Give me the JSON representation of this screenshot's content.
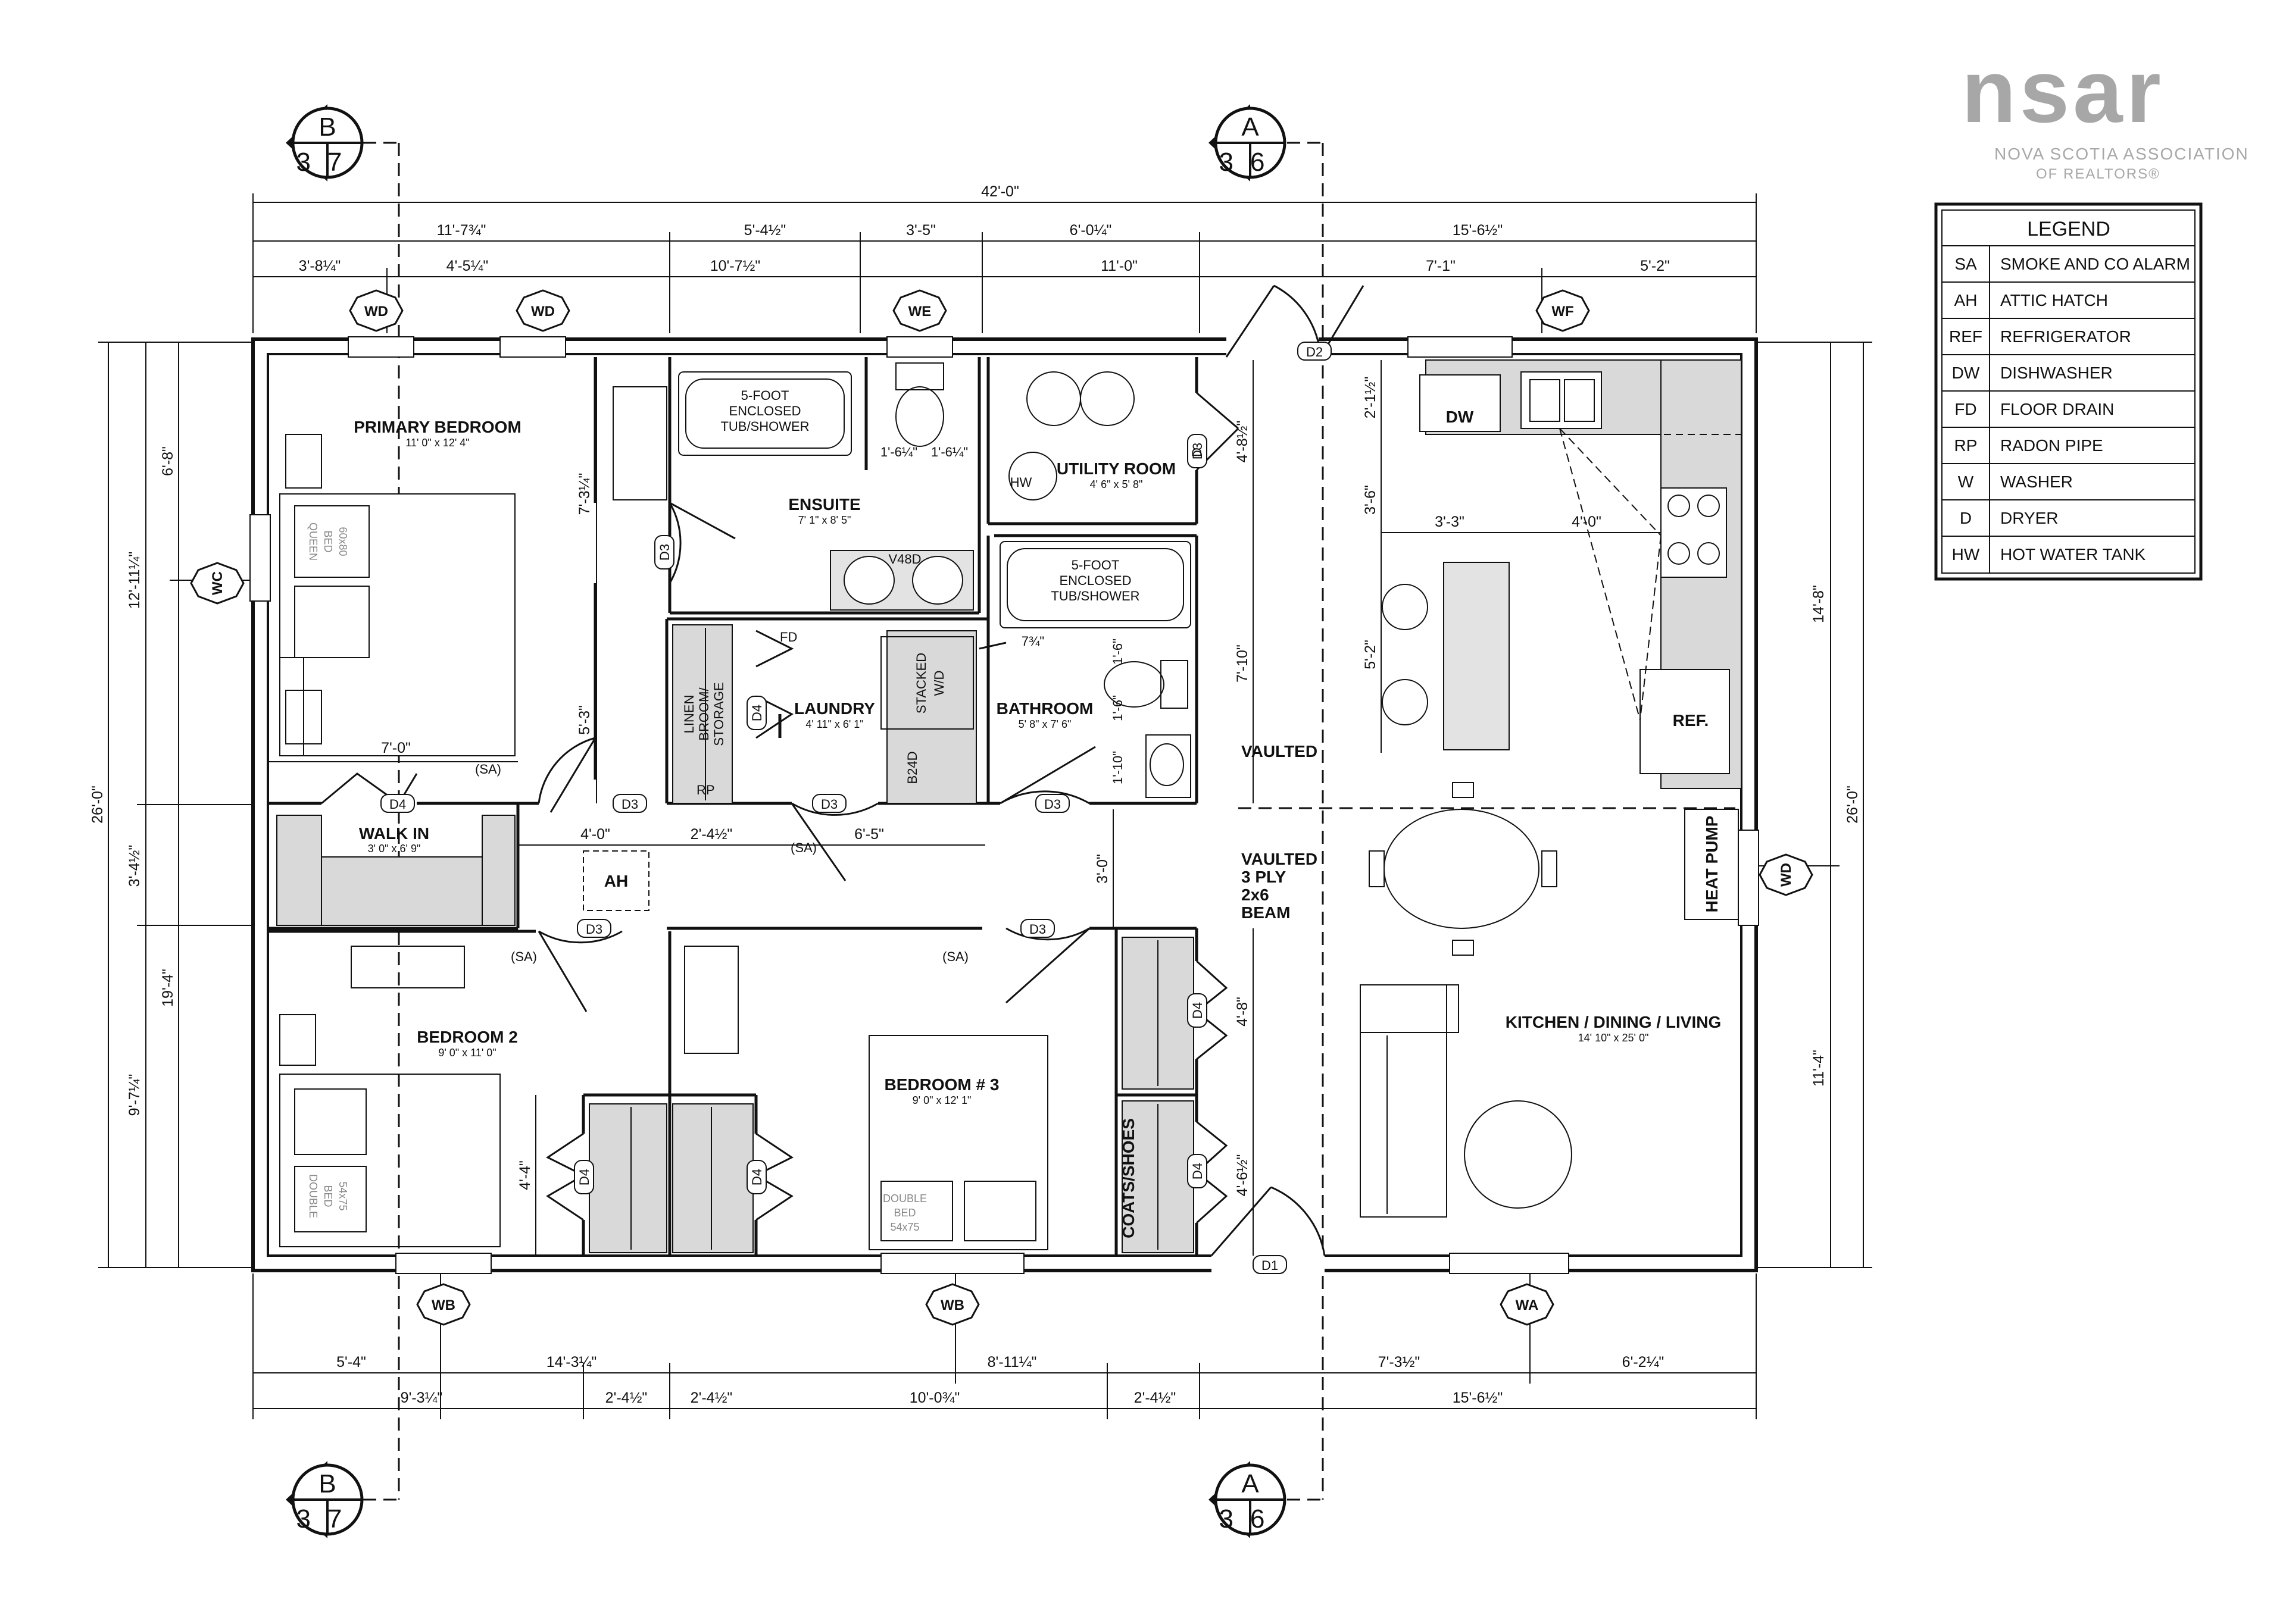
{
  "logo": {
    "mark": "nsar",
    "line1": "NOVA SCOTIA ASSOCIATION",
    "line2": "OF REALTORS®"
  },
  "legend": {
    "title": "LEGEND",
    "items": [
      {
        "code": "SA",
        "label": "SMOKE AND CO ALARM"
      },
      {
        "code": "AH",
        "label": "ATTIC HATCH"
      },
      {
        "code": "REF",
        "label": "REFRIGERATOR"
      },
      {
        "code": "DW",
        "label": "DISHWASHER"
      },
      {
        "code": "FD",
        "label": "FLOOR DRAIN"
      },
      {
        "code": "RP",
        "label": "RADON PIPE"
      },
      {
        "code": "W",
        "label": "WASHER"
      },
      {
        "code": "D",
        "label": "DRYER"
      },
      {
        "code": "HW",
        "label": "HOT WATER TANK"
      }
    ]
  },
  "section_markers": {
    "b_letter": "B",
    "b_number": "37",
    "a_letter": "A",
    "a_number": "36"
  },
  "dimensions": {
    "overall_width": "42'-0\"",
    "top_row1": [
      "11'-7¾\"",
      "5'-4½\"",
      "3'-5\"",
      "6'-0¼\"",
      "15'-6½\""
    ],
    "top_row2": [
      "3'-8¼\"",
      "4'-5¼\"",
      "10'-7½\"",
      "11'-0\"",
      "7'-1\"",
      "5'-2\""
    ],
    "bottom_row1": [
      "5'-4\"",
      "14'-3¼\"",
      "8'-11¼\"",
      "7'-3½\"",
      "6'-2¼\""
    ],
    "bottom_row2": [
      "9'-3¼\"",
      "2'-4½\"",
      "2'-4½\"",
      "10'-0¾\"",
      "2'-4½\"",
      "15'-6½\""
    ],
    "left_overall": "26'-0\"",
    "left_mid": [
      "12'-11¼\"",
      "3'-4½\"",
      "9'-7¼\""
    ],
    "left_inner": [
      "6'-8\"",
      "19'-4\""
    ],
    "right_overall": "26'-0\"",
    "right_inner": [
      "14'-8\"",
      "11'-4\""
    ],
    "interior": {
      "d1": "7'-3¼\"",
      "d2": "5'-3\"",
      "d3": "7'-0\"",
      "d4": "4'-0\"",
      "d5": "2'-4½\"",
      "d6": "6'-5\"",
      "d7": "3'-0\"",
      "d8": "4'-4\"",
      "d9": "1'-6¼\"",
      "d10": "1'-6¼\"",
      "d11": "4'-8½\"",
      "d12": "7'-10\"",
      "d13": "7¾\"",
      "d14": "1'-6\"",
      "d15": "1'-6\"",
      "d16": "1'-10\"",
      "d17": "4'-8\"",
      "d18": "4'-6½\"",
      "d19": "2'-1½\"",
      "d20": "3'-6\"",
      "d21": "3'-3\"",
      "d22": "4'-0\"",
      "d23": "5'-2\""
    }
  },
  "window_tags": {
    "wd": "WD",
    "we": "WE",
    "wf": "WF",
    "wc": "WC",
    "wb": "WB",
    "wa": "WA"
  },
  "door_tags": {
    "d1": "D1",
    "d2": "D2",
    "d3": "D3",
    "d4": "D4"
  },
  "rooms": {
    "primary": {
      "name": "PRIMARY BEDROOM",
      "size": "11' 0\" x 12' 4\""
    },
    "ensuite": {
      "name": "ENSUITE",
      "size": "7' 1\" x 8' 5\""
    },
    "utility": {
      "name": "UTILITY ROOM",
      "size": "4' 6\" x 5' 8\""
    },
    "laundry": {
      "name": "LAUNDRY",
      "size": "4' 11\" x 6' 1\""
    },
    "bathroom": {
      "name": "BATHROOM",
      "size": "5' 8\" x 7' 6\""
    },
    "walkin": {
      "name": "WALK IN",
      "size": "3' 0\" x 6' 9\""
    },
    "bedroom2": {
      "name": "BEDROOM 2",
      "size": "9' 0\" x 11' 0\""
    },
    "bedroom3": {
      "name": "BEDROOM # 3",
      "size": "9' 0\" x 12' 1\""
    },
    "kitchen": {
      "name": "KITCHEN / DINING / LIVING",
      "size": "14' 10\" x 25' 0\""
    }
  },
  "labels": {
    "tub1_l1": "5-FOOT",
    "tub1_l2": "ENCLOSED",
    "tub1_l3": "TUB/SHOWER",
    "tub2_l1": "5-FOOT",
    "tub2_l2": "ENCLOSED",
    "tub2_l3": "TUB/SHOWER",
    "v48d": "V48D",
    "hw": "HW",
    "d": "D",
    "fd": "FD",
    "rp": "RP",
    "stacked_l1": "STACKED",
    "stacked_l2": "W/D",
    "b24d": "B24D",
    "linen_l1": "LINEN",
    "linen_l2": "BROOM/",
    "linen_l3": "STORAGE",
    "queen_l1": "QUEEN",
    "queen_l2": "BED",
    "queen_l3": "60x80",
    "double_l1": "DOUBLE",
    "double_l2": "BED",
    "double_l3": "54x75",
    "sa": "(SA)",
    "ah": "AH",
    "dw": "DW",
    "ref": "REF.",
    "heat_pump": "HEAT PUMP",
    "coats": "COATS/SHOES",
    "vaulted": "VAULTED",
    "beam_l1": "VAULTED",
    "beam_l2": "3 PLY",
    "beam_l3": "2x6",
    "beam_l4": "BEAM"
  }
}
